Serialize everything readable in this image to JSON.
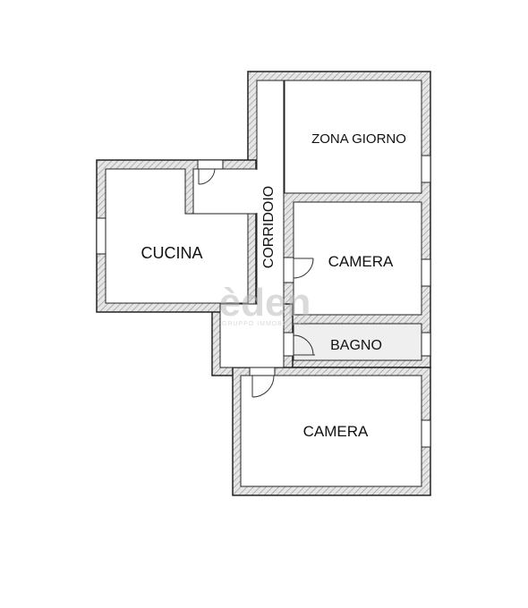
{
  "colors": {
    "wall_outline": "#222222",
    "wall_fill": "#e6e6e6",
    "hatch": "#9a9a9a",
    "floor": "#ffffff",
    "bathroom_floor": "#efefef",
    "door": "#333333",
    "watermark": "#bcbcbc"
  },
  "rooms": {
    "zona_giorno": "ZONA GIORNO",
    "corridoio": "CORRIDOIO",
    "cucina": "CUCINA",
    "camera_1": "CAMERA",
    "bagno": "BAGNO",
    "camera_2": "CAMERA"
  },
  "watermark": {
    "logo": "èden",
    "tagline": "GRUPPO IMMOBILIARE"
  }
}
